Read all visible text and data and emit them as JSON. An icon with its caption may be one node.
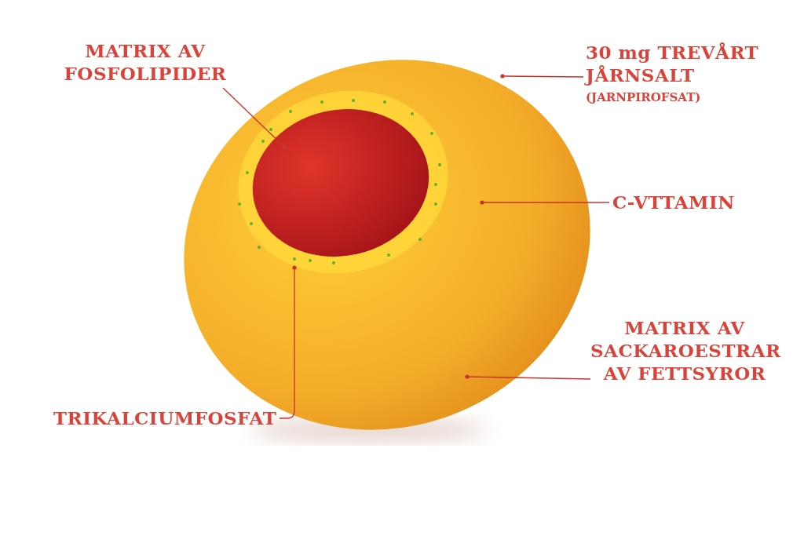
{
  "diagram": {
    "nodes": [
      {
        "text": [
          "MATRIX AV FOSFOLIPIDER"
        ]
      },
      {
        "text": [
          "30 mg TREVÅRT JÅRNSALT",
          "(JARNPIROFSAT)"
        ]
      },
      {
        "text": [
          "C-VTTAMIN"
        ]
      },
      {
        "text": [
          "MATRIX AV SACKAROESTRAR AV FETTSYROR"
        ]
      },
      {
        "text": [
          "TRIKALCIUMFOSFAT"
        ]
      },
      {
        "text": [],
        "shape": "picture"
      },
      {
        "text": [],
        "shape": "picture",
        "in": 5
      }
    ],
    "edges": [
      {
        "from": 0,
        "to": 6,
        "arrow": "other"
      },
      {
        "from": 1,
        "to": 5,
        "arrow": "other"
      },
      {
        "from": 2,
        "to": 5,
        "arrow": "other"
      },
      {
        "from": 3,
        "to": 5,
        "arrow": "other"
      },
      {
        "from": 4,
        "to": 5,
        "arrow": "other"
      }
    ]
  }
}
